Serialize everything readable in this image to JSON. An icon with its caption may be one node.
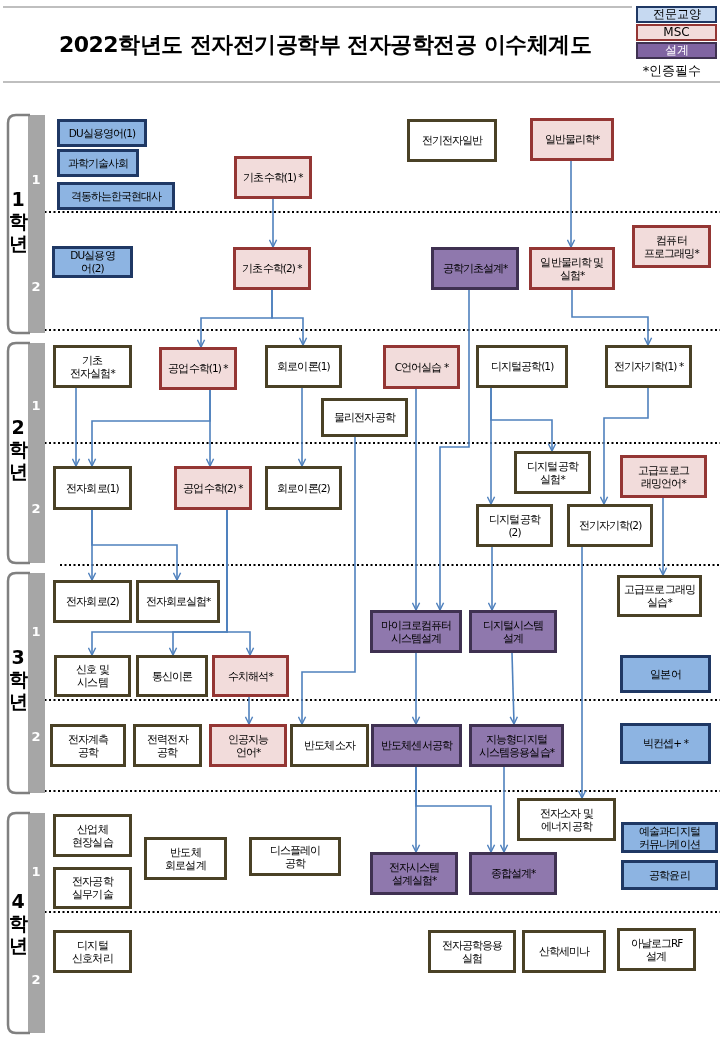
{
  "diagram": {
    "title": "2022학년도 전자전기공학부 전자공학전공 이수체계도",
    "nodes": [
      {
        "text": [
          "DU실용영어(1)"
        ]
      },
      {
        "text": [
          "과학기술사회"
        ]
      },
      {
        "text": [
          "격동하는한국현대사"
        ]
      },
      {
        "text": [
          "기초수학(1) *"
        ]
      },
      {
        "text": [
          "전기전자일반"
        ]
      },
      {
        "text": [
          "일반물리학*"
        ]
      },
      {
        "text": [
          "DU실용영어(2)"
        ]
      },
      {
        "text": [
          "기초수학(2) *"
        ]
      },
      {
        "text": [
          "공학기초설계*"
        ]
      },
      {
        "text": [
          "일반물리학 및 실험*"
        ]
      },
      {
        "text": [
          "컴퓨터 프로그래밍*"
        ]
      },
      {
        "text": [
          "기초 전자실험*"
        ]
      },
      {
        "text": [
          "공업수학(1) *"
        ]
      },
      {
        "text": [
          "회로이론(1)"
        ]
      },
      {
        "text": [
          "C언어실습 *"
        ]
      },
      {
        "text": [
          "디지털공학(1)"
        ]
      },
      {
        "text": [
          "전기자기학(1) *"
        ]
      },
      {
        "text": [
          "물리전자공학"
        ]
      },
      {
        "text": [
          "전자회로(1)"
        ]
      },
      {
        "text": [
          "공업수학(2) *"
        ]
      },
      {
        "text": [
          "회로이론(2)"
        ]
      },
      {
        "text": [
          "디지털공학 실험*"
        ]
      },
      {
        "text": [
          "고급프로그래밍언어*"
        ]
      },
      {
        "text": [
          "디지털공학(2)"
        ]
      },
      {
        "text": [
          "전기자기학(2)"
        ]
      },
      {
        "text": [
          "전자회로(2)"
        ]
      },
      {
        "text": [
          "전자회로실험*"
        ]
      },
      {
        "text": [
          "고급프로그래밍 실습*"
        ]
      },
      {
        "text": [
          "마이크로컴퓨터 시스템설계"
        ]
      },
      {
        "text": [
          "디지털시스템 설계"
        ]
      },
      {
        "text": [
          "신호 및 시스템"
        ]
      },
      {
        "text": [
          "통신이론"
        ]
      },
      {
        "text": [
          "수치해석*"
        ]
      },
      {
        "text": [
          "일본어"
        ]
      },
      {
        "text": [
          "전자계측 공학"
        ]
      },
      {
        "text": [
          "전력전자 공학"
        ]
      },
      {
        "text": [
          "인공지능 언어*"
        ]
      },
      {
        "text": [
          "반도체소자"
        ]
      },
      {
        "text": [
          "반도체센서공학"
        ]
      },
      {
        "text": [
          "지능형디지털 시스템응용실습*"
        ]
      },
      {
        "text": [
          "빅컨셉+ *"
        ]
      },
      {
        "text": [
          "산업체 현장실습"
        ]
      },
      {
        "text": [
          "반도체 회로설계"
        ]
      },
      {
        "text": [
          "디스플레이 공학"
        ]
      },
      {
        "text": [
          "전자소자 및 에너지공학"
        ]
      },
      {
        "text": [
          "예술과디지털 커뮤니케이션"
        ]
      },
      {
        "text": [
          "전자공학 실무기술"
        ]
      },
      {
        "text": [
          "전자시스템 설계실험*"
        ]
      },
      {
        "text": [
          "종합설계*"
        ]
      },
      {
        "text": [
          "공학윤리"
        ]
      },
      {
        "text": [
          "디지털 신호처리"
        ]
      },
      {
        "text": [
          "전자공학응용 실험"
        ]
      },
      {
        "text": [
          "산학세미나"
        ]
      },
      {
        "text": [
          "아날로그RF 설계"
        ]
      }
    ],
    "edges": [
      {
        "from": 3,
        "to": 7,
        "arrow": "to"
      },
      {
        "from": 5,
        "to": 9,
        "arrow": "to"
      },
      {
        "from": 7,
        "to": 12,
        "arrow": "to"
      },
      {
        "from": 7,
        "to": 13,
        "arrow": "to"
      },
      {
        "from": 9,
        "to": 16,
        "arrow": "to"
      },
      {
        "from": 8,
        "to": 28,
        "arrow": "to"
      },
      {
        "from": 14,
        "to": 28,
        "arrow": "to"
      },
      {
        "from": 15,
        "to": 21,
        "arrow": "to"
      },
      {
        "from": 15,
        "to": 23,
        "arrow": "to"
      },
      {
        "from": 16,
        "to": 24,
        "arrow": "to"
      },
      {
        "from": 11,
        "to": 18,
        "arrow": "to"
      },
      {
        "from": 12,
        "to": 18,
        "arrow": "to"
      },
      {
        "from": 12,
        "to": 19,
        "arrow": "to"
      },
      {
        "from": 13,
        "to": 20,
        "arrow": "to"
      },
      {
        "from": 17,
        "to": 37,
        "arrow": "to"
      },
      {
        "from": 18,
        "to": 25,
        "arrow": "to"
      },
      {
        "from": 18,
        "to": 26,
        "arrow": "to"
      },
      {
        "from": 19,
        "to": 30,
        "arrow": "to"
      },
      {
        "from": 19,
        "to": 31,
        "arrow": "to"
      },
      {
        "from": 19,
        "to": 32,
        "arrow": "to"
      },
      {
        "from": 23,
        "to": 29,
        "arrow": "to"
      },
      {
        "from": 22,
        "to": 27,
        "arrow": "to"
      },
      {
        "from": 24,
        "to": 44,
        "arrow": "to"
      },
      {
        "from": 28,
        "to": 38,
        "arrow": "to"
      },
      {
        "from": 29,
        "to": 39,
        "arrow": "to"
      },
      {
        "from": 32,
        "to": 36,
        "arrow": "to"
      },
      {
        "from": 38,
        "to": 47,
        "arrow": "to"
      },
      {
        "from": 38,
        "to": 48,
        "arrow": "to"
      },
      {
        "from": 39,
        "to": 48,
        "arrow": "to"
      }
    ],
    "labels": [
      "*인증필수",
      "1학년",
      "1",
      "2",
      "2학년",
      "1",
      "2",
      "3학년",
      "1",
      "2",
      "4학년",
      "1",
      "2"
    ],
    "legend": [
      {
        "text": "전문교양",
        "color": "#c6d9f1"
      },
      {
        "text": "MSC",
        "color": "#f2dcdb"
      },
      {
        "text": "설계",
        "color": "#8064a2"
      }
    ]
  }
}
